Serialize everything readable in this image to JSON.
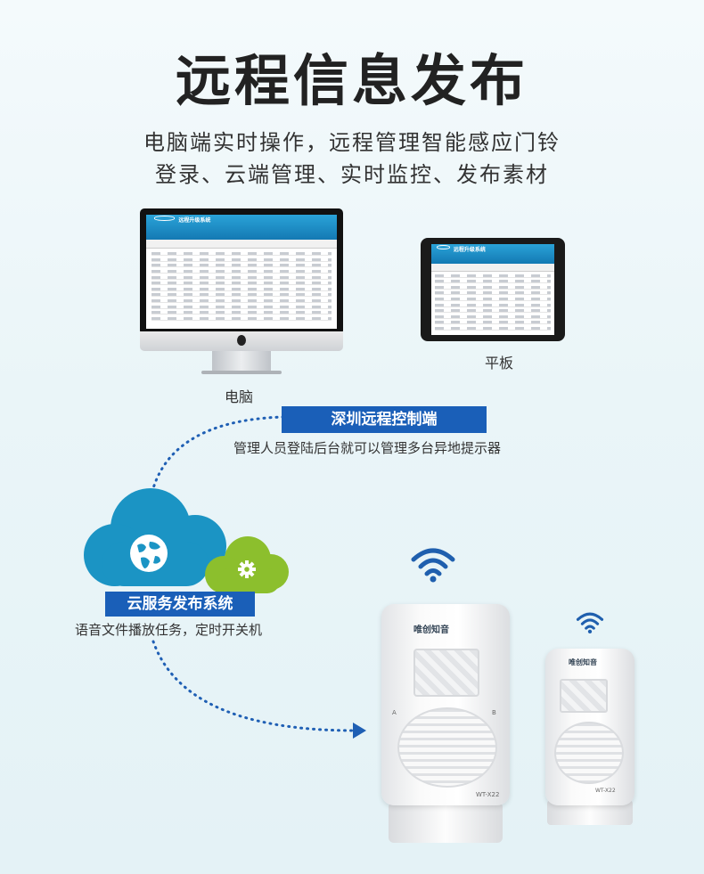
{
  "header": {
    "title": "远程信息发布",
    "subtitle_line1": "电脑端实时操作，远程管理智能感应门铃",
    "subtitle_line2": "登录、云端管理、实时监控、发布素材"
  },
  "devices": {
    "computer_label": "电脑",
    "tablet_label": "平板",
    "app_title": "远程升级系统",
    "app_logo": "WT"
  },
  "control": {
    "banner": "深圳远程控制端",
    "description": "管理人员登陆后台就可以管理多台异地提示器"
  },
  "cloud": {
    "banner": "云服务发布系统",
    "description": "语音文件播放任务，定时开关机"
  },
  "product": {
    "brand": "唯创知音",
    "model": "WT-X22",
    "button_a": "A",
    "button_b": "B"
  },
  "colors": {
    "banner_blue": "#1a5fb8",
    "cloud_blue": "#1b94c4",
    "cloud_green": "#8cbf2d",
    "wifi_blue": "#1f5fae",
    "dots_blue": "#1f5fb4"
  },
  "icons": [
    "globe-icon",
    "gear-icon",
    "wifi-icon",
    "apple-logo-icon",
    "arrow-right-icon"
  ]
}
